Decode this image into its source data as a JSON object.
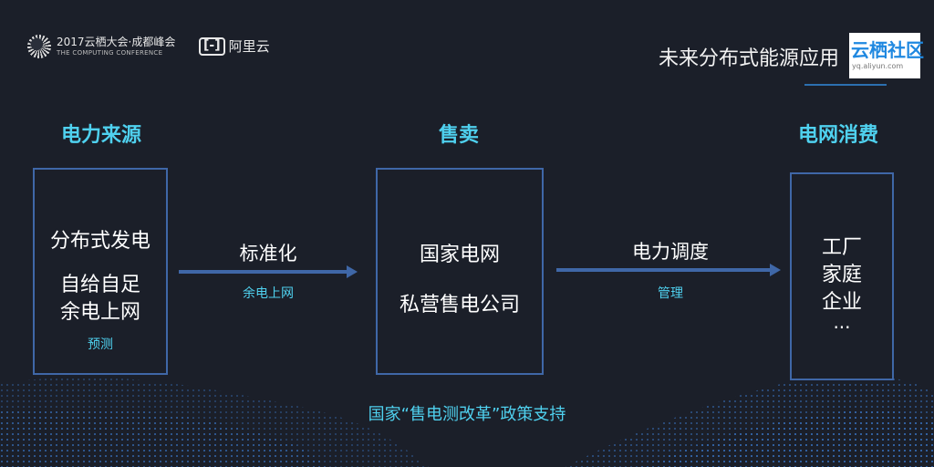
{
  "header": {
    "conference_line1": "2017云栖大会·成都峰会",
    "conference_line2": "THE COMPUTING CONFERENCE",
    "aliyun_mark": "[-]",
    "aliyun_name": "阿里云",
    "slide_title": "未来分布式能源应用",
    "badge_name": "云栖社区",
    "badge_url": "yq.aliyun.com"
  },
  "columns": {
    "source": {
      "heading": "电力来源",
      "line1": "分布式发电",
      "line2": "自给自足",
      "line3": "余电上网",
      "note": "预测"
    },
    "sale": {
      "heading": "售卖",
      "line1": "国家电网",
      "line2": "私营售电公司"
    },
    "consume": {
      "heading": "电网消费",
      "items": [
        "工厂",
        "家庭",
        "企业",
        "..."
      ]
    }
  },
  "flows": {
    "left": {
      "label": "标准化",
      "sub": "余电上网"
    },
    "right": {
      "label": "电力调度",
      "sub": "管理"
    }
  },
  "footer": "国家“售电测改革”政策支持",
  "colors": {
    "accent": "#4fd1ef",
    "border": "#3f67a7",
    "background": "#1b1f29"
  }
}
